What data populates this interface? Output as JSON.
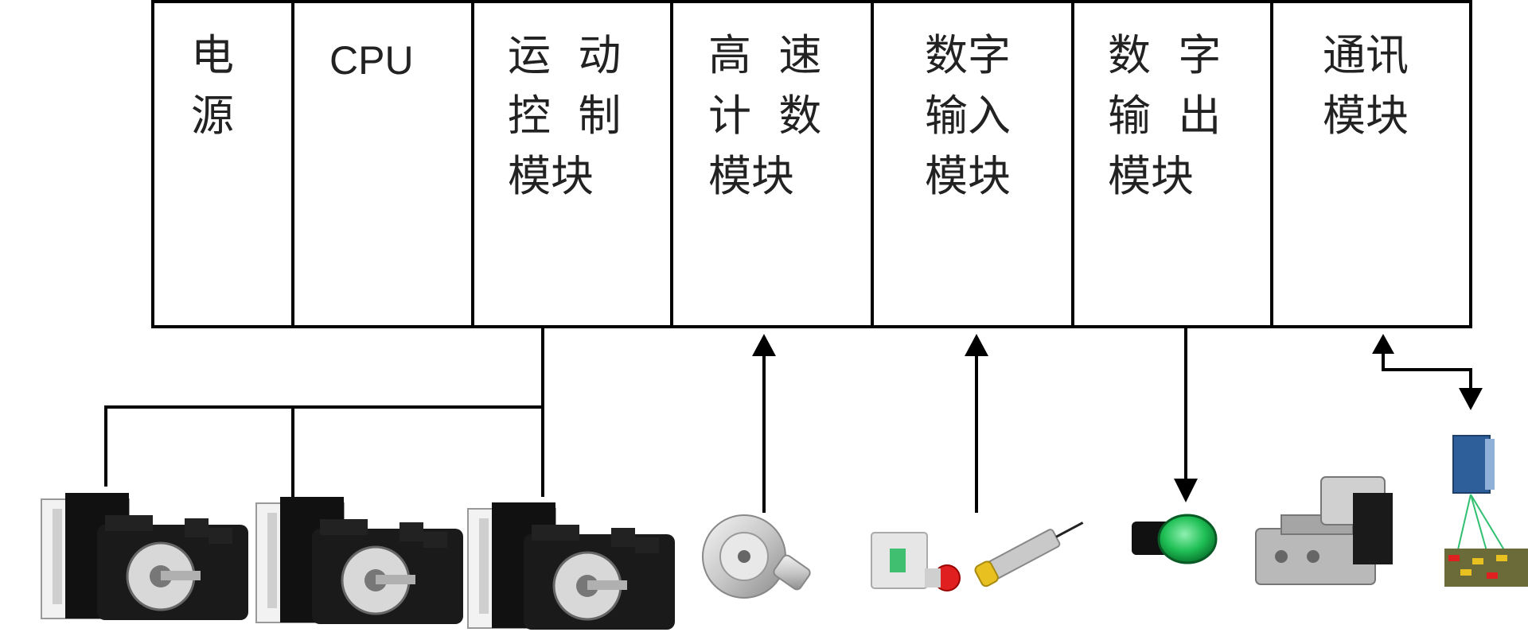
{
  "modules": [
    {
      "id": "power",
      "label": "电\n源"
    },
    {
      "id": "cpu",
      "label": "CPU"
    },
    {
      "id": "motion",
      "label": "运  动\n控  制\n模块"
    },
    {
      "id": "hsc",
      "label": "高  速\n计  数\n模块"
    },
    {
      "id": "di",
      "label": "数字\n输入\n模块"
    },
    {
      "id": "do",
      "label": "数  字\n输  出\n模块"
    },
    {
      "id": "comm",
      "label": "通讯\n模块"
    }
  ],
  "devices": [
    {
      "id": "servo-1",
      "icon": "servo-motor-icon"
    },
    {
      "id": "servo-2",
      "icon": "servo-motor-icon"
    },
    {
      "id": "servo-3",
      "icon": "servo-motor-icon"
    },
    {
      "id": "encoder",
      "icon": "rotary-encoder-icon"
    },
    {
      "id": "button",
      "icon": "push-button-icon"
    },
    {
      "id": "sensor",
      "icon": "proximity-sensor-icon"
    },
    {
      "id": "lamp",
      "icon": "indicator-lamp-icon"
    },
    {
      "id": "valve",
      "icon": "solenoid-valve-icon"
    },
    {
      "id": "scanner",
      "icon": "vision-sensor-icon"
    }
  ],
  "colors": {
    "line": "#000000",
    "servo_body": "#111111",
    "servo_panel": "#f2f2f2",
    "lamp": "#1fbf55",
    "button_red": "#e02020",
    "sensor_yellow": "#e8c020",
    "scanner_blue": "#2f5f9a",
    "scan_beam": "#30c070"
  }
}
